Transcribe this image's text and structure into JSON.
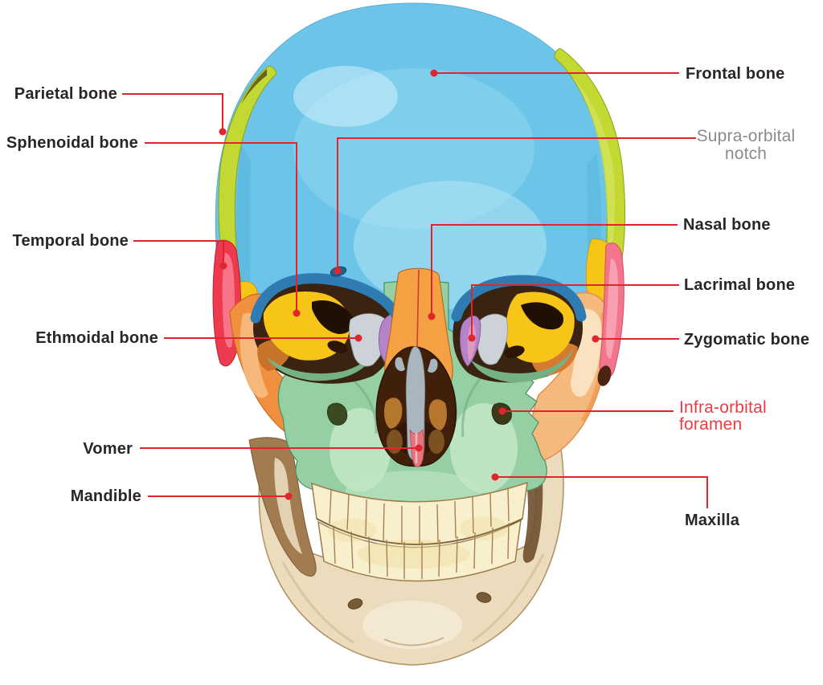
{
  "figure": {
    "description": "Human skull, anterior (front) view, with color-coded bones and red leader lines to labels"
  },
  "labels": {
    "left": {
      "parietal": "Parietal bone",
      "sphenoidal": "Sphenoidal bone",
      "temporal": "Temporal bone",
      "ethmoidal": "Ethmoidal bone",
      "vomer": "Vomer",
      "mandible": "Mandible"
    },
    "right": {
      "frontal": "Frontal bone",
      "supraorbital_line1": "Supra-orbital",
      "supraorbital_line2": "notch",
      "nasal": "Nasal bone",
      "lacrimal": "Lacrimal bone",
      "zygomatic": "Zygomatic bone",
      "infraorbital_line1": "Infra-orbital",
      "infraorbital_line2": "foramen",
      "maxilla": "Maxilla"
    }
  },
  "colors": {
    "leader_line": "#e2242d",
    "label_black": "#2a2527",
    "label_gray": "#8b8b8e",
    "label_red": "#ee3b42",
    "frontal_bone": "#6cc5e9",
    "orbital_rim": "#2e7cb2",
    "parietal_bone": "#c4d834",
    "temporal_bone_left": "#ee3a4e",
    "temporal_bone_right": "#f2758b",
    "sphenoid_bone": "#f7c418",
    "ethmoid_bone": "#cdd2d8",
    "lacrimal_bone": "#b583c8",
    "nasal_bone": "#f4a143",
    "zygomatic_bone_left": "#f0903e",
    "zygomatic_bone_right": "#f5b97e",
    "maxilla_bone": "#95cfa3",
    "vomer_bone": "#e4737c",
    "mandible_bone": "#ecdcbe",
    "teeth": "#f8efcd",
    "orbit_interior": "#3a2310",
    "nasal_cavity": "#40200a",
    "nasal_septum": "#a9b6bf",
    "background": "#ffffff"
  }
}
